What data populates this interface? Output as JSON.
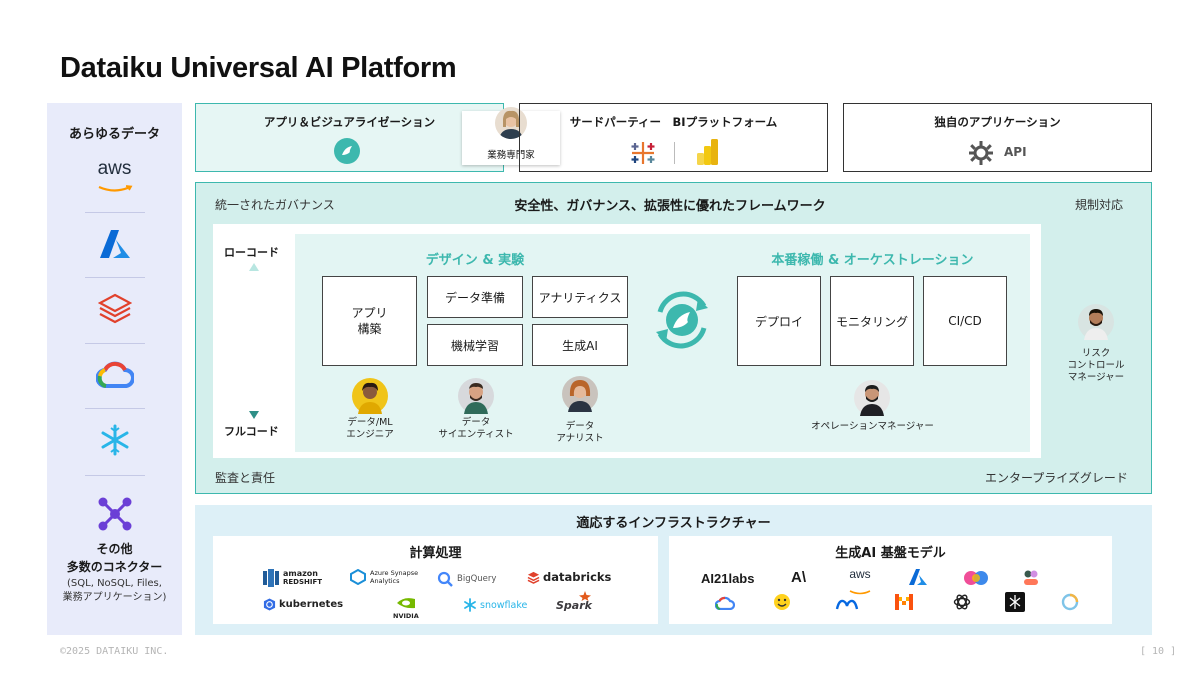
{
  "title": "Dataiku Universal AI Platform",
  "sidebar": {
    "title": "あらゆるデータ",
    "aws_label": "aws",
    "others_title": "その他",
    "others_sub": "多数のコネクター",
    "others_note_1": "(SQL, NoSQL, Files,",
    "others_note_2": "業務アプリケーション)"
  },
  "apps": {
    "visual": "アプリ＆ビジュアライゼーション",
    "bi": "サードパーティー　BIプラットフォーム",
    "custom": "独自のアプリケーション",
    "api_label": "API",
    "expert_label": "業務専門家"
  },
  "governance": {
    "top_left": "統一されたガバナンス",
    "top_center": "安全性、ガバナンス、拡張性に優れたフレームワーク",
    "top_right": "規制対応",
    "bottom_left": "監査と責任",
    "bottom_right": "エンタープライズグレード",
    "low_code": "ローコード",
    "full_code": "フルコード",
    "design_title": "デザイン & 実験",
    "prod_title": "本番稼働 & オーケストレーション",
    "design_items": {
      "app_1": "アプリ",
      "app_2": "構築",
      "prep": "データ準備",
      "analytics": "アナリティクス",
      "ml": "機械学習",
      "genai": "生成AI"
    },
    "prod_items": {
      "deploy": "デプロイ",
      "monitor": "モニタリング",
      "cicd": "CI/CD"
    },
    "personas": {
      "engineer_1": "データ/ML",
      "engineer_2": "エンジニア",
      "scientist_1": "データ",
      "scientist_2": "サイエンティスト",
      "analyst_1": "データ",
      "analyst_2": "アナリスト",
      "ops": "オペレーションマネージャー",
      "risk_1": "リスク",
      "risk_2": "コントロール",
      "risk_3": "マネージャー"
    }
  },
  "infra": {
    "title": "適応するインフラストラクチャー",
    "compute_title": "計算処理",
    "models_title": "生成AI 基盤モデル",
    "compute_logos": {
      "redshift_1": "amazon",
      "redshift_2": "REDSHIFT",
      "synapse_1": "Azure Synapse",
      "synapse_2": "Analytics",
      "bigquery": "BigQuery",
      "databricks": "databricks",
      "kubernetes": "kubernetes",
      "nvidia": "NVIDIA",
      "snowflake": "snowflake",
      "spark": "Spark"
    },
    "model_logos": {
      "ai21": "AI21labs",
      "anthropic": "A\\",
      "aws": "aws"
    }
  },
  "footer": {
    "copyright": "©2025 DATAIKU INC.",
    "page": "[ 10 ]"
  },
  "colors": {
    "teal": "#3db8ae",
    "teal_light": "#d3efec",
    "sidebar_bg": "#e8ebfa",
    "infra_bg": "#ddf0f7"
  }
}
